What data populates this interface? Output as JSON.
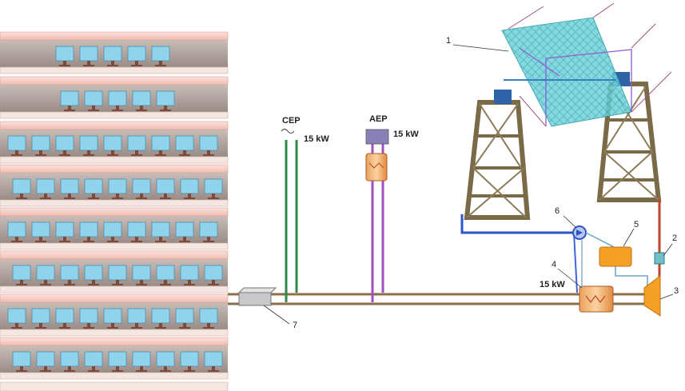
{
  "labels": {
    "cep": "CEP",
    "cep_power": "15 kW",
    "aep": "AEP",
    "aep_power": "15 kW",
    "hx_power": "15 kW",
    "n1": "1",
    "n2": "2",
    "n3": "3",
    "n4": "4",
    "n5": "5",
    "n6": "6",
    "n7": "7"
  },
  "colors": {
    "floor_top": "#f4cfc8",
    "floor_side": "#b8a59f",
    "screen": "#8fd4ec",
    "screen_border": "#4a8fb3",
    "main_pipe": "#8a6b4a",
    "cep_line": "#2f8a4a",
    "aep_line": "#a24fc0",
    "blue_pipe": "#2d54c8",
    "red_pipe": "#c0452a",
    "tower": "#7a6a48",
    "panel": "#5fd0d8",
    "orange": "#f4a024"
  }
}
